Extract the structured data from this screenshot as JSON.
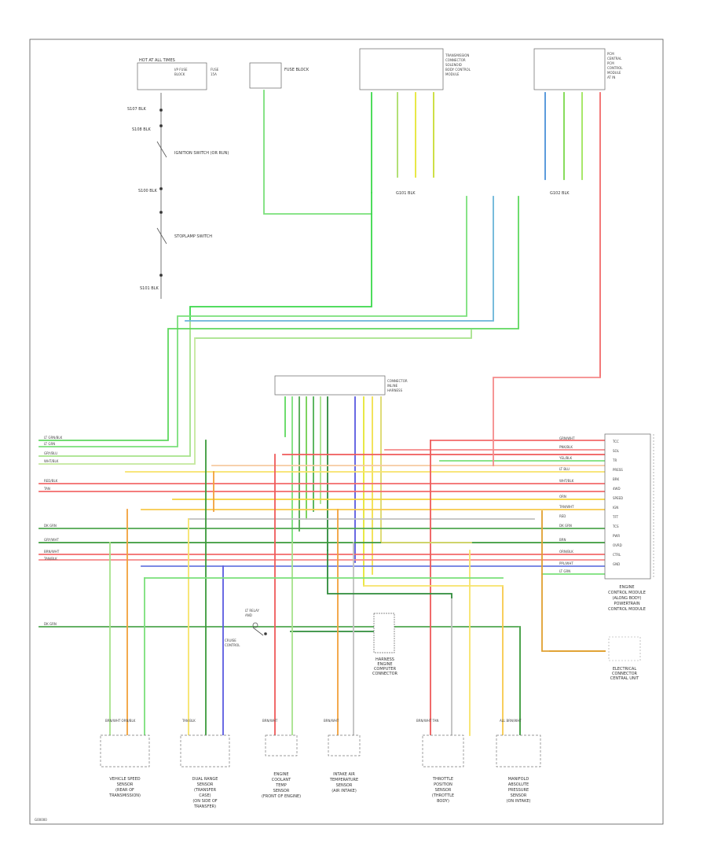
{
  "diagram": {
    "figure_id": "G00000",
    "fuse_panel": {
      "title": "HOT AT ALL TIMES",
      "lines": [
        "I/P FUSE",
        "BLOCK",
        "FUSE",
        "15A"
      ]
    },
    "ignition_label": "FUSE BLOCK",
    "splices": [
      "S107 BLK",
      "S108 BLK",
      "S100 BLK",
      "S101 BLK"
    ],
    "switch_label": "IGNITION SWITCH (OR RUN)",
    "brake_label": "STOPLAMP SWITCH",
    "trans_connector": {
      "lines": [
        "TRANSMISSION",
        "CONNECTOR",
        "SOLENOID",
        "BODY CONTROL",
        "MODULE"
      ]
    },
    "pcm_connector": {
      "lines": [
        "PCM",
        "CENTRAL",
        "PCM",
        "CONTROL",
        "MODULE",
        "AT IN"
      ]
    },
    "ground_tags": [
      "G101 BLK",
      "G102 BLK"
    ],
    "center_connector": {
      "lines": [
        "CONNECTOR",
        "INLINE",
        "HARNESS"
      ]
    },
    "left_wire_labels": [
      "LT GRN/BLK",
      "LT GRN",
      "GRY/BLU",
      "WHT/BLK",
      "RED/BLK",
      "TAN",
      "DK GRN",
      "GRY/WHT",
      "BRN/WHT",
      "TAN/BLK",
      "DK GRN"
    ],
    "right_pin_labels": [
      "TCC",
      "SOL",
      "TR",
      "PRESS",
      "BRK",
      "4WD",
      "SPEED",
      "IGN",
      "TFT",
      "TCS",
      "PWR",
      "OVRD",
      "CTRL",
      "GND"
    ],
    "right_wire_labels": [
      "GRN/WHT",
      "PNK/BLK",
      "YEL/BLK",
      "LT BLU",
      "WHT/BLK",
      "ORN",
      "TAN/WHT",
      "RED",
      "DK GRN",
      "BRN",
      "ORN/BLK",
      "PPL/WHT",
      "LT GRN"
    ],
    "pcm_module_label": [
      "ENGINE",
      "CONTROL MODULE",
      "(ALONG BODY)",
      "POWERTRAIN",
      "CONTROL MODULE"
    ],
    "relay_label": [
      "LT RELAY",
      "AND",
      "CRUISE",
      "CONTROL"
    ],
    "distributor_label": [
      "HARNESS",
      "ENGINE",
      "COMPUTER",
      "CONNECTOR"
    ],
    "coil_label": [
      "ELECTRICAL",
      "CONNECTOR",
      "CENTRAL UNIT"
    ],
    "sensor_wire_tags": [
      "BRN/WHT ORN/BLK",
      "TAN BLK",
      "BRN/WHT",
      "BRN/WHT",
      "BRN/WHT TAN",
      "ALL BRN/WHT"
    ],
    "components": [
      {
        "label": [
          "VEHICLE SPEED",
          "SENSOR",
          "(REAR OF",
          "TRANSMISSION)"
        ]
      },
      {
        "label": [
          "DUAL RANGE",
          "SENSOR",
          "(TRANSFER",
          "CASE)",
          "(ON SIDE OF",
          "TRANSFER)"
        ]
      },
      {
        "label": [
          "ENGINE",
          "COOLANT",
          "TEMP",
          "SENSOR",
          "(FRONT OF ENGINE)"
        ]
      },
      {
        "label": [
          "INTAKE AIR",
          "TEMPERATURE",
          "SENSOR",
          "(AIR INTAKE)"
        ]
      },
      {
        "label": [
          "THROTTLE",
          "POSITION",
          "SENSOR",
          "(THROTTLE",
          "BODY)"
        ]
      },
      {
        "label": [
          "MANIFOLD",
          "ABSOLUTE",
          "PRESSURE",
          "SENSOR",
          "(ON INTAKE)"
        ]
      }
    ]
  }
}
